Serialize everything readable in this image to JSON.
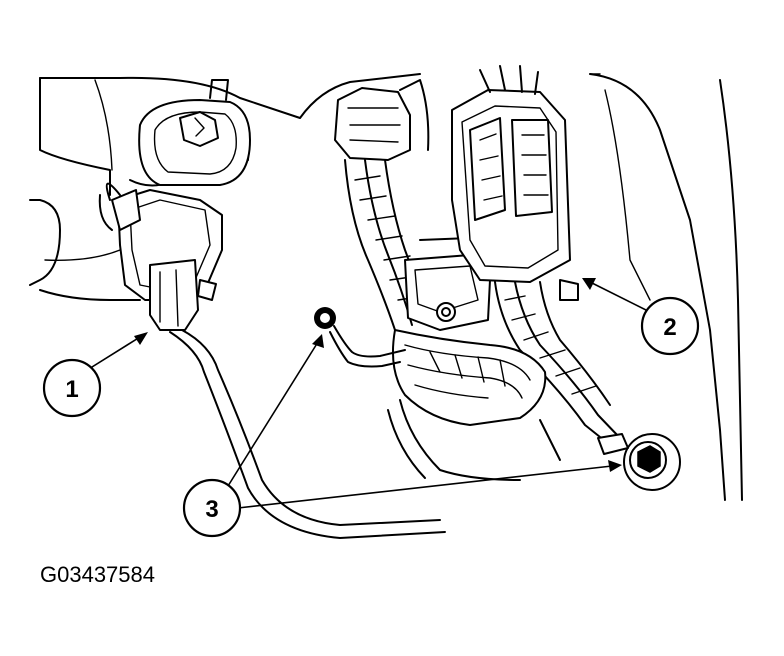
{
  "diagram": {
    "figure_id": "G03437584",
    "callouts": [
      {
        "id": "1",
        "label": "1"
      },
      {
        "id": "2",
        "label": "2"
      },
      {
        "id": "3",
        "label": "3"
      }
    ],
    "colors": {
      "ink": "#000000",
      "paper": "#ffffff"
    }
  }
}
